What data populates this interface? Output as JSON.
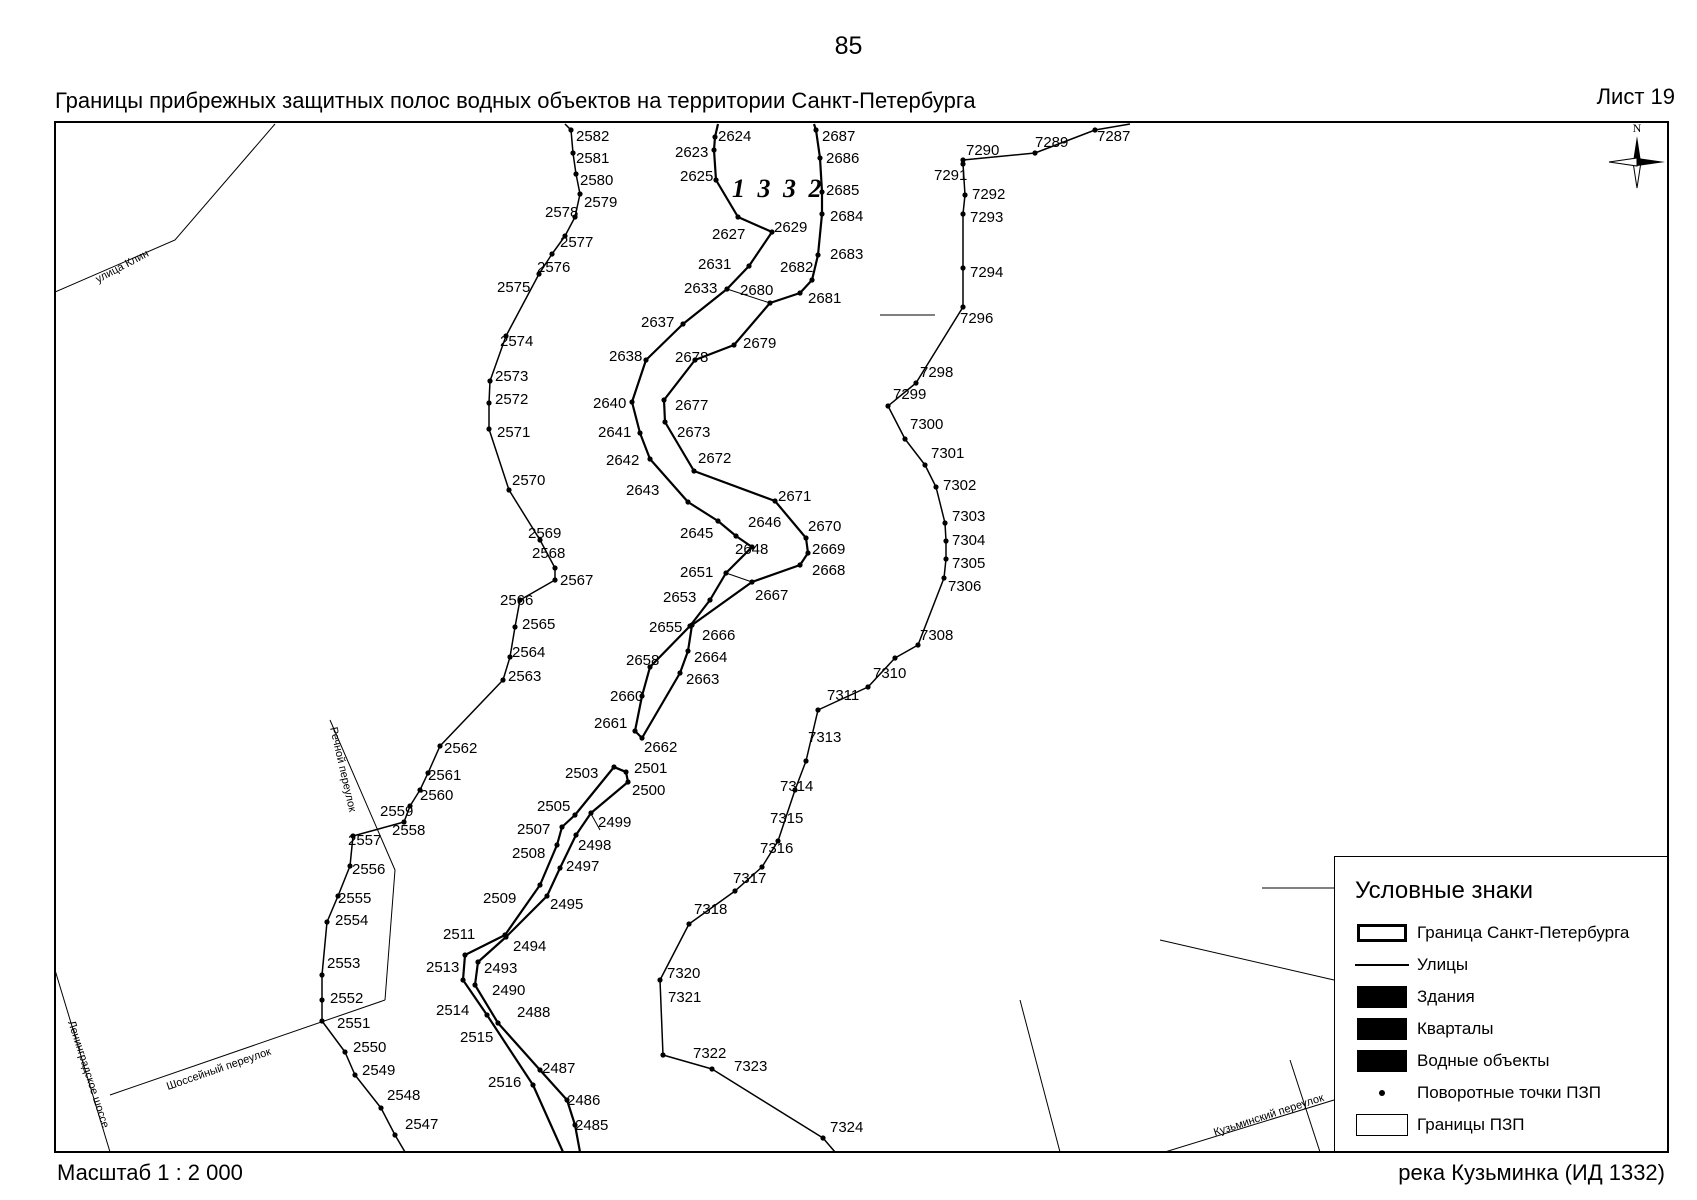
{
  "page_number": "85",
  "title": "Границы прибрежных защитных полос водных объектов на территории Санкт-Петербурга",
  "sheet": "Лист 19",
  "scale": "Масштаб 1 : 2 000",
  "river": "река Кузьминка (ИД 1332)",
  "north": "N",
  "object_id": "1 3 3 2",
  "streets": [
    {
      "name": "улица Клин"
    },
    {
      "name": "Речной переулок"
    },
    {
      "name": "Шоссейный переулок"
    },
    {
      "name": "Ленинградское шоссе"
    },
    {
      "name": "Кузьминский переулок"
    }
  ],
  "legend": {
    "title": "Условные знаки",
    "items": [
      {
        "label": "Граница Санкт-Петербурга",
        "symbol": "thick-border"
      },
      {
        "label": "Улицы",
        "symbol": "thin-line"
      },
      {
        "label": "Здания",
        "symbol": "black-fill"
      },
      {
        "label": "Кварталы",
        "symbol": "black-fill"
      },
      {
        "label": "Водные объекты",
        "symbol": "black-fill"
      },
      {
        "label": "Поворотные точки ПЗП",
        "symbol": "dot"
      },
      {
        "label": "Границы ПЗП",
        "symbol": "outline"
      }
    ]
  },
  "lines": {
    "west": [
      {
        "id": "2582"
      },
      {
        "id": "2581"
      },
      {
        "id": "2580"
      },
      {
        "id": "2579"
      },
      {
        "id": "2578"
      },
      {
        "id": "2577"
      },
      {
        "id": "2576"
      },
      {
        "id": "2575"
      },
      {
        "id": "2574"
      },
      {
        "id": "2573"
      },
      {
        "id": "2572"
      },
      {
        "id": "2571"
      },
      {
        "id": "2570"
      },
      {
        "id": "2569"
      },
      {
        "id": "2568"
      },
      {
        "id": "2567"
      },
      {
        "id": "2566"
      },
      {
        "id": "2565"
      },
      {
        "id": "2564"
      },
      {
        "id": "2563"
      },
      {
        "id": "2562"
      },
      {
        "id": "2561"
      },
      {
        "id": "2560"
      },
      {
        "id": "2559"
      },
      {
        "id": "2558"
      },
      {
        "id": "2557"
      },
      {
        "id": "2556"
      },
      {
        "id": "2555"
      },
      {
        "id": "2554"
      },
      {
        "id": "2553"
      },
      {
        "id": "2552"
      },
      {
        "id": "2551"
      },
      {
        "id": "2550"
      },
      {
        "id": "2549"
      },
      {
        "id": "2548"
      },
      {
        "id": "2547"
      }
    ],
    "upper_left": [
      {
        "id": "2624"
      },
      {
        "id": "2623"
      },
      {
        "id": "2625"
      },
      {
        "id": "2627"
      },
      {
        "id": "2629"
      },
      {
        "id": "2631"
      },
      {
        "id": "2633"
      },
      {
        "id": "2637"
      },
      {
        "id": "2638"
      },
      {
        "id": "2640"
      },
      {
        "id": "2641"
      },
      {
        "id": "2642"
      },
      {
        "id": "2643"
      },
      {
        "id": "2645"
      },
      {
        "id": "2646"
      },
      {
        "id": "2648"
      },
      {
        "id": "2651"
      },
      {
        "id": "2653"
      },
      {
        "id": "2655"
      },
      {
        "id": "2658"
      },
      {
        "id": "2660"
      },
      {
        "id": "2661"
      },
      {
        "id": "2662"
      }
    ],
    "upper_right": [
      {
        "id": "2687"
      },
      {
        "id": "2686"
      },
      {
        "id": "2685"
      },
      {
        "id": "2684"
      },
      {
        "id": "2683"
      },
      {
        "id": "2682"
      },
      {
        "id": "2681"
      },
      {
        "id": "2680"
      },
      {
        "id": "2679"
      },
      {
        "id": "2678"
      },
      {
        "id": "2677"
      },
      {
        "id": "2673"
      },
      {
        "id": "2672"
      },
      {
        "id": "2671"
      },
      {
        "id": "2670"
      },
      {
        "id": "2669"
      },
      {
        "id": "2668"
      },
      {
        "id": "2667"
      },
      {
        "id": "2666"
      },
      {
        "id": "2664"
      },
      {
        "id": "2663"
      }
    ],
    "lower_left": [
      {
        "id": "2503"
      },
      {
        "id": "2505"
      },
      {
        "id": "2507"
      },
      {
        "id": "2508"
      },
      {
        "id": "2509"
      },
      {
        "id": "2511"
      },
      {
        "id": "2513"
      },
      {
        "id": "2514"
      },
      {
        "id": "2515"
      },
      {
        "id": "2516"
      }
    ],
    "lower_right": [
      {
        "id": "2501"
      },
      {
        "id": "2500"
      },
      {
        "id": "2499"
      },
      {
        "id": "2498"
      },
      {
        "id": "2497"
      },
      {
        "id": "2495"
      },
      {
        "id": "2494"
      },
      {
        "id": "2493"
      },
      {
        "id": "2490"
      },
      {
        "id": "2488"
      },
      {
        "id": "2487"
      },
      {
        "id": "2486"
      },
      {
        "id": "2485"
      }
    ],
    "east": [
      {
        "id": "7287"
      },
      {
        "id": "7289"
      },
      {
        "id": "7290"
      },
      {
        "id": "7291"
      },
      {
        "id": "7292"
      },
      {
        "id": "7293"
      },
      {
        "id": "7294"
      },
      {
        "id": "7296"
      },
      {
        "id": "7298"
      },
      {
        "id": "7299"
      },
      {
        "id": "7300"
      },
      {
        "id": "7301"
      },
      {
        "id": "7302"
      },
      {
        "id": "7303"
      },
      {
        "id": "7304"
      },
      {
        "id": "7305"
      },
      {
        "id": "7306"
      },
      {
        "id": "7308"
      },
      {
        "id": "7310"
      },
      {
        "id": "7311"
      },
      {
        "id": "7313"
      },
      {
        "id": "7314"
      },
      {
        "id": "7315"
      },
      {
        "id": "7316"
      },
      {
        "id": "7317"
      },
      {
        "id": "7318"
      },
      {
        "id": "7320"
      },
      {
        "id": "7321"
      },
      {
        "id": "7322"
      },
      {
        "id": "7323"
      },
      {
        "id": "7324"
      }
    ]
  }
}
